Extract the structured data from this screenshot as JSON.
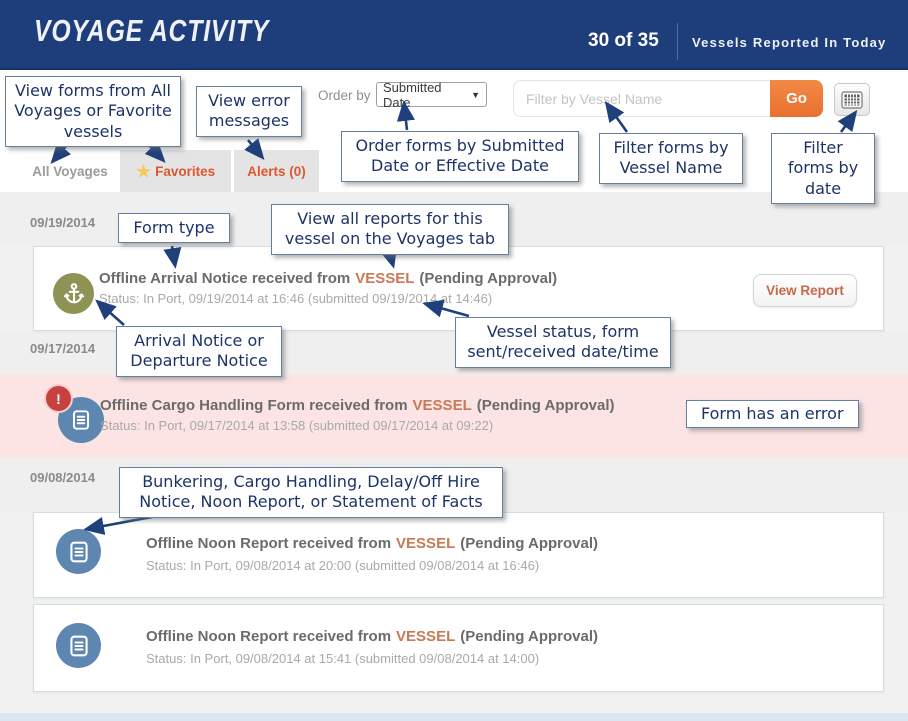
{
  "header": {
    "title": "VOYAGE ACTIVITY",
    "count": "30 of 35",
    "tagline": "Vessels Reported In Today"
  },
  "toolbar": {
    "order_by_label": "Order by",
    "order_by_value": "Submitted Date",
    "filter_placeholder": "Filter by Vessel Name",
    "go_label": "Go",
    "calendar_icon": "calendar-grid-icon"
  },
  "tabs": {
    "all_voyages": "All Voyages",
    "favorites": "Favorites",
    "favorites_icon": "star-icon",
    "alerts": "Alerts (0)"
  },
  "groups": [
    {
      "date": "09/19/2014"
    },
    {
      "date": "09/17/2014"
    },
    {
      "date": "09/08/2014"
    }
  ],
  "rows": [
    {
      "icon": "anchor-icon",
      "title_prefix": "Offline Arrival Notice received from",
      "vessel": "VESSEL",
      "title_suffix": "(Pending Approval)",
      "status": "Status: In Port, 09/19/2014 at 16:46 (submitted 09/19/2014 at 14:46)",
      "action_label": "View Report",
      "has_error": false
    },
    {
      "icon": "document-error-icon",
      "error_badge": "!",
      "title_prefix": "Offline Cargo Handling Form received from",
      "vessel": "VESSEL",
      "title_suffix": "(Pending Approval)",
      "status": "Status: In Port, 09/17/2014 at 13:58 (submitted 09/17/2014 at 09:22)",
      "has_error": true
    },
    {
      "icon": "document-icon",
      "title_prefix": "Offline Noon Report received from",
      "vessel": "VESSEL",
      "title_suffix": "(Pending Approval)",
      "status": "Status: In Port, 09/08/2014 at 20:00 (submitted 09/08/2014 at 16:46)",
      "has_error": false
    },
    {
      "icon": "document-icon",
      "title_prefix": "Offline Noon Report received from",
      "vessel": "VESSEL",
      "title_suffix": "(Pending Approval)",
      "status": "Status: In Port, 09/08/2014 at 15:41 (submitted 09/08/2014 at 14:00)",
      "has_error": false
    }
  ],
  "annotations": {
    "view_forms": "View forms from All Voyages or Favorite vessels",
    "view_errors": "View error messages",
    "order_forms": "Order forms by Submitted Date or Effective Date",
    "filter_vessel": "Filter forms by Vessel Name",
    "filter_date": "Filter forms by date",
    "form_type": "Form type",
    "view_all_reports": "View all reports for this vessel on the Voyages tab",
    "arrival_departure": "Arrival Notice or Departure Notice",
    "vessel_status": "Vessel status, form sent/received date/time",
    "form_error": "Form has an error",
    "form_kinds": "Bunkering, Cargo Handling, Delay/Off Hire Notice, Noon Report, or Statement of Facts"
  },
  "colors": {
    "header_bg": "#1e3d7b",
    "accent_orange": "#ee7d38",
    "tab_orange": "#e0572f",
    "vessel_orange": "#c87a55",
    "error_row_bg": "#fce4e4",
    "anchor_green": "#8e9355",
    "doc_blue": "#5d87b0",
    "annotation_blue": "#1c3468"
  }
}
